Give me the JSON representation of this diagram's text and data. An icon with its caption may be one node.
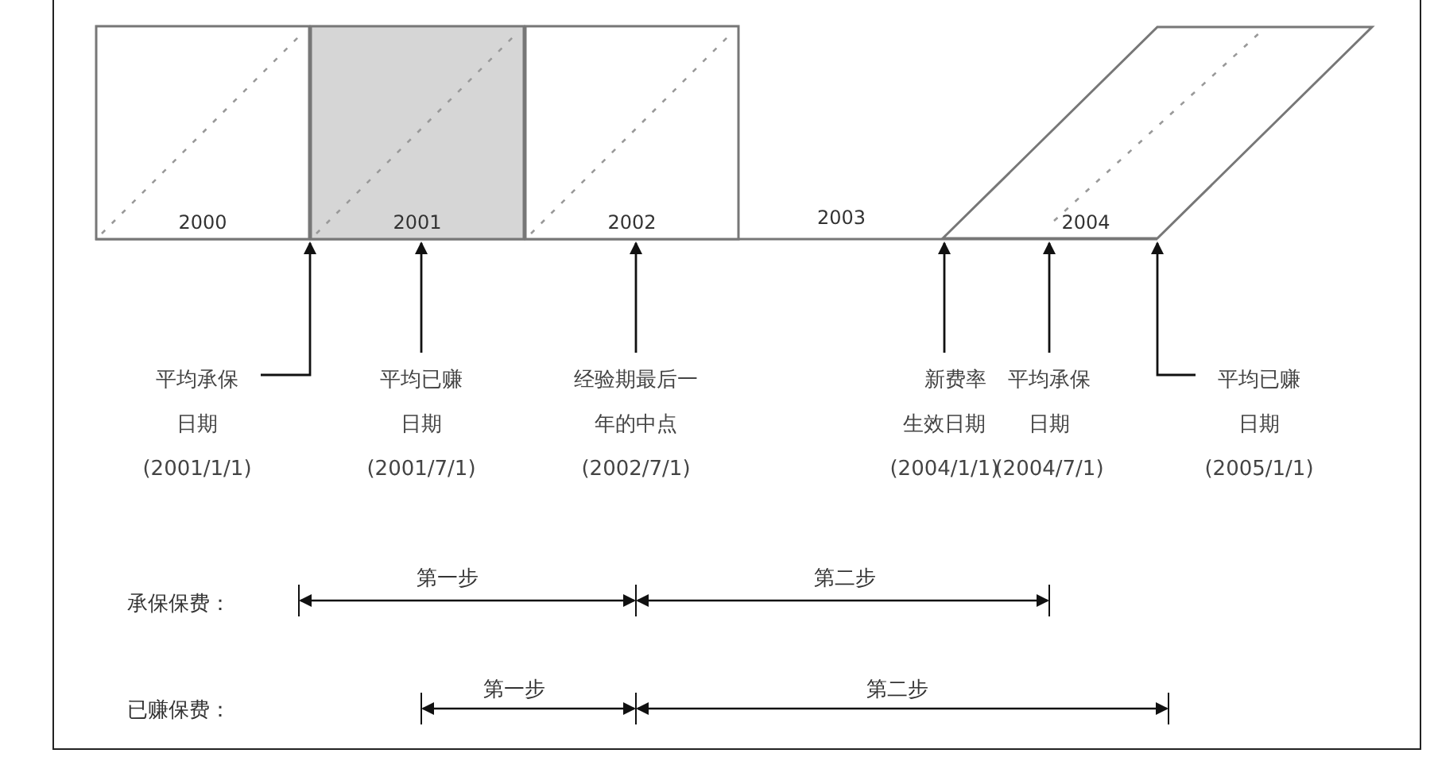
{
  "diagram": {
    "nodes": [
      {
        "text": [
          "2000"
        ]
      },
      {
        "text": [
          "2001"
        ]
      },
      {
        "text": [
          "2002"
        ]
      },
      {
        "text": [
          "2004"
        ]
      },
      {
        "text": [
          "平均承保日期",
          "(2001/1/1)"
        ]
      },
      {
        "text": [
          "平均已赚日期",
          "(2001/7/1)"
        ]
      },
      {
        "text": [
          "经验期最后一年的中点",
          "(2002/7/1)"
        ]
      },
      {
        "text": [
          "新费率生效日期",
          "(2004/1/1)"
        ]
      },
      {
        "text": [
          "平均承保日期",
          "(2004/7/1)"
        ]
      },
      {
        "text": [
          "平均已赚日期",
          "(2005/1/1)"
        ]
      }
    ],
    "edges": [
      {
        "from": 4,
        "to": 0,
        "arrow": "to"
      },
      {
        "from": 5,
        "to": 1,
        "arrow": "to"
      },
      {
        "from": 6,
        "to": 2,
        "arrow": "to"
      },
      {
        "from": 7,
        "to": 3,
        "arrow": "to"
      },
      {
        "from": 8,
        "to": 3,
        "arrow": "to"
      },
      {
        "from": 9,
        "to": 3,
        "arrow": "to"
      }
    ],
    "labels": [
      "2003",
      "承保保费：",
      "第一步",
      "第二步",
      "已赚保费：",
      "第一步",
      "第二步"
    ]
  }
}
